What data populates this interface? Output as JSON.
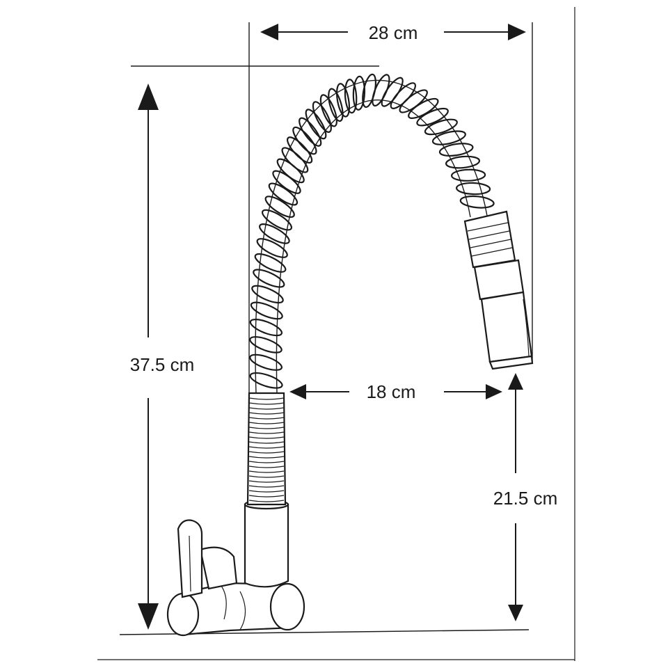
{
  "dimensions": {
    "total_width": "28 cm",
    "total_height": "37.5 cm",
    "spout_reach": "18 cm",
    "spout_clearance": "21.5 cm"
  },
  "colors": {
    "ink": "#1a1a1a",
    "background": "#ffffff"
  }
}
